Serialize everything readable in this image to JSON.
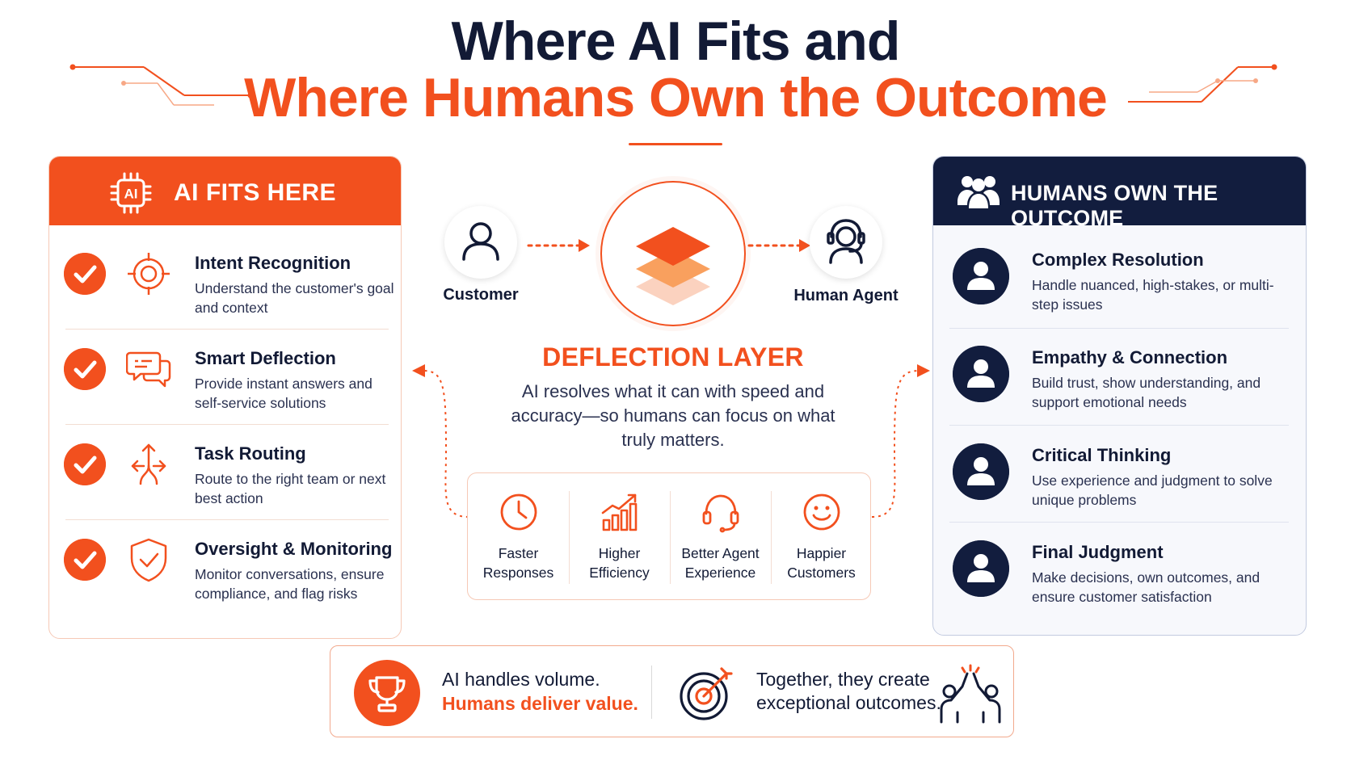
{
  "title": {
    "line1": "Where AI Fits and",
    "line2": "Where Humans Own the Outcome"
  },
  "colors": {
    "accent": "#f2501e",
    "navy": "#121d3e",
    "text": "#121a35"
  },
  "left_panel": {
    "icon": "ai-chip-icon",
    "chip_text": "AI",
    "heading": "AI FITS HERE",
    "items": [
      {
        "title": "Intent Recognition",
        "desc": "Understand the customer's goal and context",
        "icon": "target-crosshair-icon"
      },
      {
        "title": "Smart Deflection",
        "desc": "Provide instant answers and self-service solutions",
        "icon": "chat-bubbles-icon"
      },
      {
        "title": "Task Routing",
        "desc": "Route to the right team or next best action",
        "icon": "routing-arrows-icon"
      },
      {
        "title": "Oversight & Monitoring",
        "desc": "Monitor conversations, ensure compliance, and flag risks",
        "icon": "shield-check-icon"
      }
    ]
  },
  "right_panel": {
    "icon": "people-group-icon",
    "heading": "HUMANS OWN THE OUTCOME",
    "items": [
      {
        "title": "Complex Resolution",
        "desc": "Handle nuanced, high-stakes, or multi-step issues"
      },
      {
        "title": "Empathy & Connection",
        "desc": "Build trust, show understanding, and support emotional needs"
      },
      {
        "title": "Critical Thinking",
        "desc": "Use experience and judgment to solve unique problems"
      },
      {
        "title": "Final Judgment",
        "desc": "Make decisions, own outcomes, and ensure customer satisfaction"
      }
    ]
  },
  "center": {
    "customer_label": "Customer",
    "agent_label": "Human Agent",
    "layer_title": "DEFLECTION LAYER",
    "layer_desc": "AI resolves what it can with speed and accuracy—so humans can focus on what truly matters.",
    "benefits": [
      {
        "l1": "Faster",
        "l2": "Responses",
        "icon": "clock-icon"
      },
      {
        "l1": "Higher",
        "l2": "Efficiency",
        "icon": "growth-chart-icon"
      },
      {
        "l1": "Better Agent",
        "l2": "Experience",
        "icon": "headset-icon"
      },
      {
        "l1": "Happier",
        "l2": "Customers",
        "icon": "smiley-icon"
      }
    ]
  },
  "banner": {
    "left_line1": "AI handles volume.",
    "left_line2": "Humans deliver value.",
    "right_line1": "Together, they create",
    "right_line2": "exceptional outcomes."
  }
}
